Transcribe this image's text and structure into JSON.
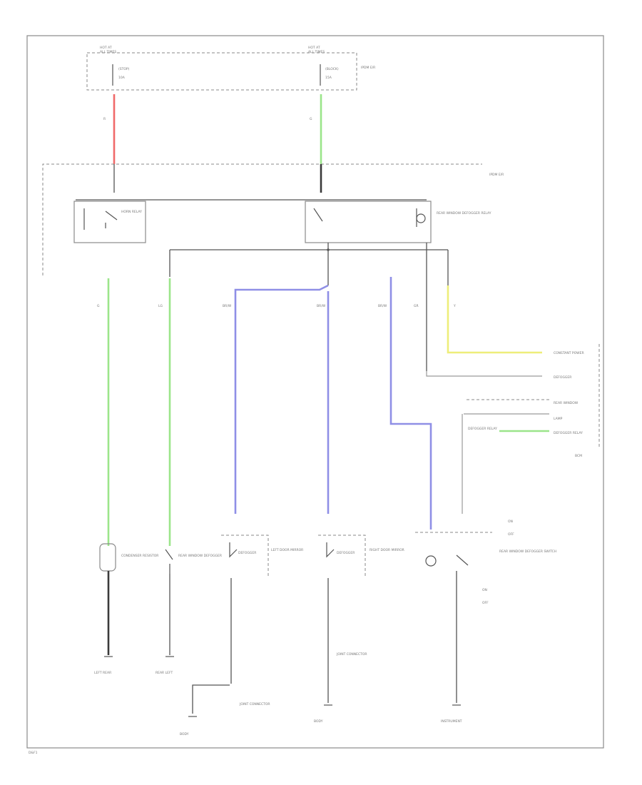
{
  "labels": {
    "fuse_left_header": "HOT AT",
    "fuse_left_header2": "ALL TIMES",
    "fuse_right_header": "HOT AT",
    "fuse_right_header2": "ALL TIMES",
    "fuse_left_name": "(STOP)",
    "fuse_left_amp": "10A",
    "fuse_right_name": "(BLOCK)",
    "fuse_right_amp": "15A",
    "fuse_box_name": "IPDM E/R",
    "relay_box_name": "IPDM E/R",
    "relay_left_name": "HORN RELAY",
    "relay_right_name": "REAR WINDOW DEFOGGER RELAY",
    "wire_red_code": "R",
    "wire_green_code": "G",
    "wire_green2_code": "LG",
    "wire_blue1_code": "BR/W",
    "wire_blue2_code": "BR/W",
    "wire_blue3_code": "BR/W",
    "wire_yellow_code": "Y",
    "wire_grey_code": "GR",
    "right_conn1": "CONSTANT POWER",
    "right_conn2": "DEFOGGER",
    "right_conn3": "REAR WINDOW",
    "right_conn4": "LAMP",
    "right_conn5": "DEFOGGER RELAY",
    "right_module": "BCM",
    "comp1": "CONDENSER RESISTOR",
    "comp2": "REAR WINDOW DEFOGGER",
    "comp3_tag": "DEFOGGER",
    "comp3_name": "LEFT DOOR MIRROR",
    "comp4_tag": "DEFOGGER",
    "comp4_name": "RIGHT DOOR MIRROR",
    "comp5_name": "REAR WINDOW DEFOGGER SWITCH",
    "comp5_on": "ON",
    "comp5_off": "OFF",
    "ground1": "LEFT REAR",
    "ground2": "REAR LEFT",
    "ground3": "BODY",
    "ground4": "BODY",
    "ground5": "INSTRUMENT",
    "connector1": "JOINT CONNECTOR",
    "connector2": "JOINT CONNECTOR",
    "footer_code": "D&F1"
  }
}
